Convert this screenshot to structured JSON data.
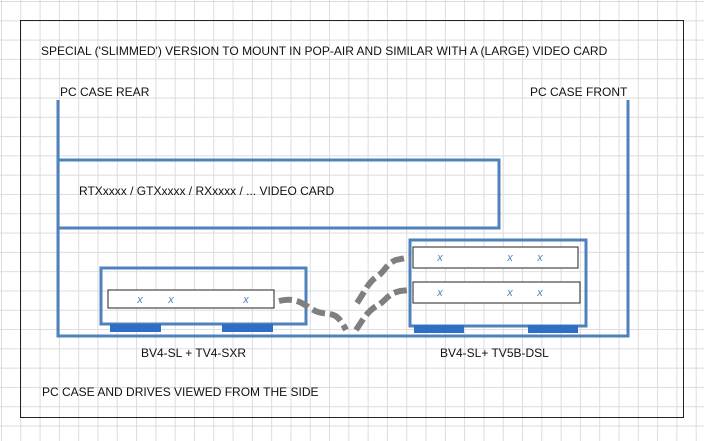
{
  "title": "SPECIAL ('SLIMMED') VERSION TO MOUNT IN POP-AIR AND SIMILAR WITH A (LARGE) VIDEO CARD",
  "case_rear_label": "PC CASE REAR",
  "case_front_label": "PC CASE FRONT",
  "video_card_label": "RTXxxxx / GTXxxxx / RXxxxx / ... VIDEO CARD",
  "left_drive_label": "BV4-SL + TV4-SXR",
  "right_drive_label": "BV4-SL+ TV5B-DSL",
  "footer": "PC CASE AND DRIVES VIEWED FROM THE SIDE",
  "mark_glyph": "x",
  "colors": {
    "case_outline": "#4f81bd",
    "drive_outline": "#4f81bd",
    "rail": "#2e6ec7",
    "cable": "#7f7f7f",
    "grid": "#dcdcdc",
    "text": "#111111"
  }
}
